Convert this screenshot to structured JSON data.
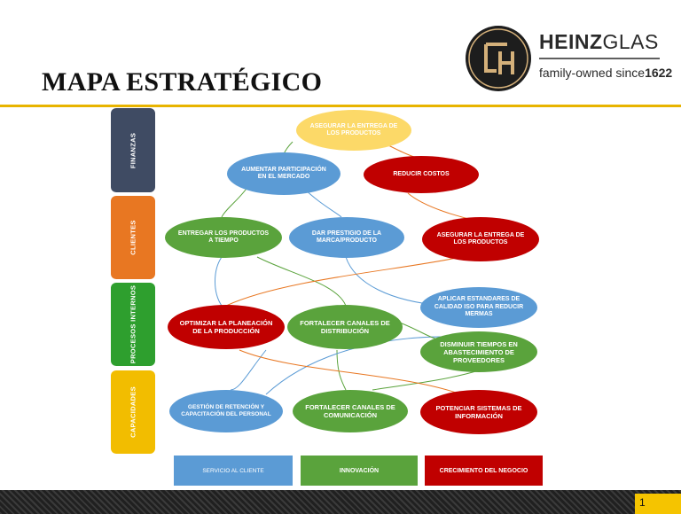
{
  "title": "MAPA ESTRATÉGICO",
  "logo": {
    "brand_bold": "HEINZ",
    "brand_light": "GLAS",
    "tagline_text": "family-owned since",
    "tagline_year": "1622",
    "monogram": "CAH"
  },
  "bands": [
    {
      "label": "FINANZAS",
      "color": "#3f4b63"
    },
    {
      "label": "CLIENTES",
      "color": "#e87722"
    },
    {
      "label": "PROCESOS INTERNOS",
      "color": "#2e9f2e"
    },
    {
      "label": "CAPACIDADES",
      "color": "#f2bd00"
    }
  ],
  "nodes": {
    "asegurar_top": "ASEGURAR LA ENTREGA DE LOS PRODUCTOS",
    "aumentar": "AUMENTAR PARTICIPACIÓN EN EL MERCADO",
    "reducir": "REDUCIR COSTOS",
    "entregar": "ENTREGAR LOS PRODUCTOS A TIEMPO",
    "prestigio": "DAR PRESTIGIO DE LA MARCA/PRODUCTO",
    "asegurar_right": "ASEGURAR LA ENTREGA DE LOS PRODUCTOS",
    "aplicar": "APLICAR ESTANDARES DE CALIDAD ISO PARA REDUCIR MERMAS",
    "optimizar": "OPTIMIZAR LA PLANEACIÓN DE LA PRODUCCIÓN",
    "fortalecer_dist": "FORTALECER CANALES DE DISTRIBUCIÓN",
    "disminuir": "DISMINUIR TIEMPOS EN ABASTECIMIENTO DE PROVEEDORES",
    "gestion": "GESTIÓN DE RETENCIÓN Y CAPACITACIÓN DEL PERSONAL",
    "fortalecer_com": "FORTALECER CANALES DE COMUNICACIÓN",
    "potenciar": "POTENCIAR SISTEMAS DE INFORMACIÓN"
  },
  "legend": {
    "servicio": "SERVICIO AL CLIENTE",
    "innovacion": "INNOVACIÓN",
    "crecimiento": "CRECIMIENTO DEL NEGOCIO"
  },
  "colors": {
    "yellow": "#fcd968",
    "blue": "#5b9bd5",
    "red": "#c00000",
    "green": "#5aa33c",
    "accent": "#e8b400"
  },
  "page_number": "1"
}
